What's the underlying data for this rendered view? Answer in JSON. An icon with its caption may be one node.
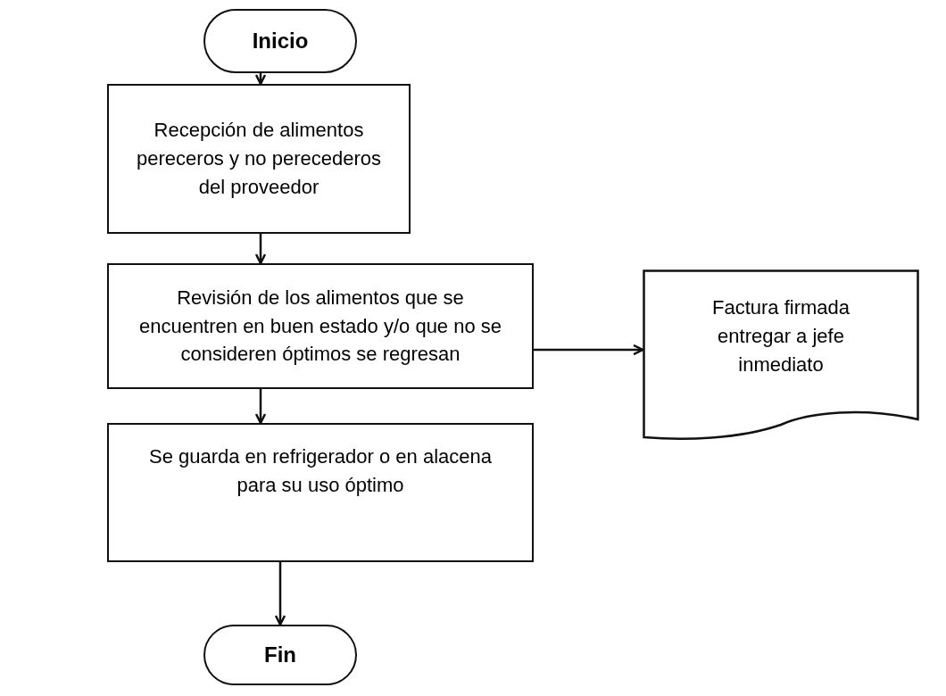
{
  "diagram": {
    "nodes": [
      {
        "text": [
          "Inicio"
        ]
      },
      {
        "text": [
          "Recepción de alimentos pereceros y no perecederos del proveedor"
        ]
      },
      {
        "text": [
          "Revisión de los alimentos que se encuentren en buen estado y/o que no se consideren óptimos se regresan"
        ]
      },
      {
        "text": [
          "Factura firmada entregar a jefe inmediato"
        ]
      },
      {
        "text": [
          "Se guarda en refrigerador o en alacena para su uso óptimo"
        ]
      },
      {
        "text": [
          "Fin"
        ]
      }
    ],
    "edges": [
      {
        "from": 0,
        "to": 1,
        "arrow": "to"
      },
      {
        "from": 1,
        "to": 2,
        "arrow": "to"
      },
      {
        "from": 2,
        "to": 3,
        "arrow": "to"
      },
      {
        "from": 2,
        "to": 4,
        "arrow": "to"
      },
      {
        "from": 4,
        "to": 5,
        "arrow": "to"
      }
    ]
  }
}
